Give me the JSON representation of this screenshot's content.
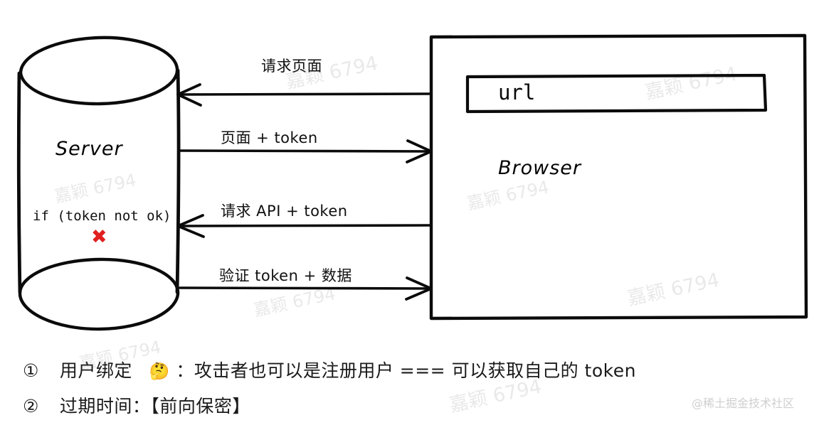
{
  "diagram": {
    "server": {
      "title": "Server",
      "condition": "if (token not ok)",
      "fail_mark": "✖",
      "fail_color": "#e02020"
    },
    "browser": {
      "title": "Browser",
      "url_field_value": "url"
    },
    "flows": [
      {
        "label": "请求页面",
        "direction": "browser-to-server"
      },
      {
        "label": "页面 + token",
        "direction": "server-to-browser"
      },
      {
        "label": "请求 API + token",
        "direction": "browser-to-server"
      },
      {
        "label": "验证 token + 数据",
        "direction": "server-to-browser"
      }
    ]
  },
  "notes": [
    {
      "marker": "①",
      "text_before_emoji": "用户绑定",
      "emoji": "🤔",
      "text_after_emoji": "：攻击者也可以是注册用户 === 可以获取自己的 token"
    },
    {
      "marker": "②",
      "text": "过期时间：【前向保密】"
    }
  ],
  "watermarks": {
    "repeated": "嘉颖 6794",
    "corner": "@稀土掘金技术社区"
  }
}
